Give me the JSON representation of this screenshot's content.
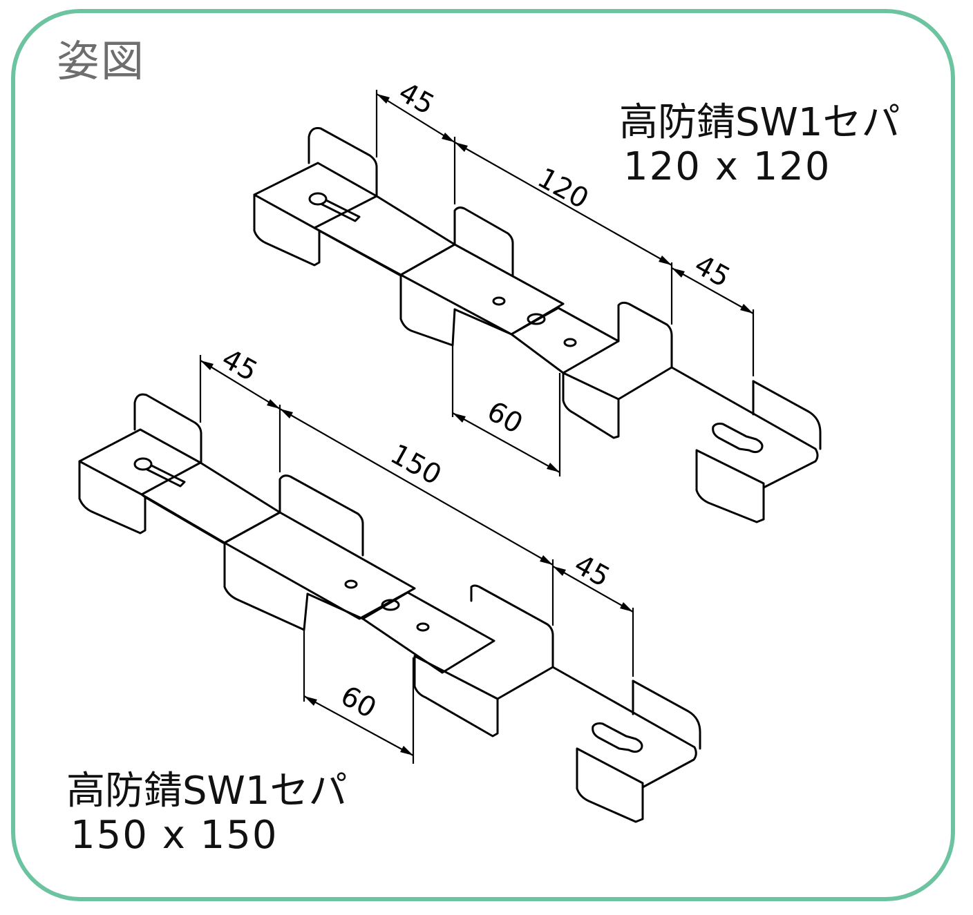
{
  "header": {
    "label": "姿図"
  },
  "colors": {
    "frame": "#6cc3a0",
    "header_text": "#6e6e6e",
    "line": "#000000"
  },
  "parts": [
    {
      "name": "高防錆SW1セパ",
      "size": "120 x 120",
      "dims": {
        "left_flange": "45",
        "length": "120",
        "right_flange": "45",
        "center": "60"
      }
    },
    {
      "name": "高防錆SW1セパ",
      "size": "150 x 150",
      "dims": {
        "left_flange": "45",
        "length": "150",
        "right_flange": "45",
        "center": "60"
      }
    }
  ]
}
